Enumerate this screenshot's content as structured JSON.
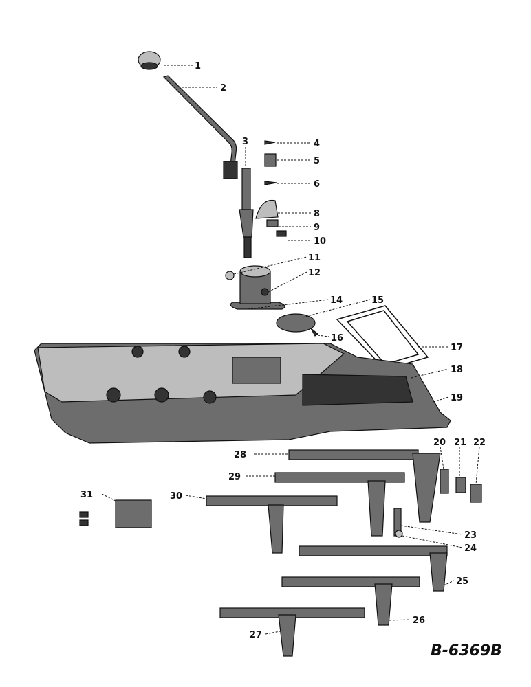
{
  "drawing_id": "B-6369B",
  "callouts": [
    "1",
    "2",
    "3",
    "4",
    "5",
    "6",
    "8",
    "9",
    "10",
    "11",
    "12",
    "14",
    "15",
    "16",
    "17",
    "18",
    "19",
    "20",
    "21",
    "22",
    "23",
    "24",
    "25",
    "26",
    "27",
    "28",
    "29",
    "30",
    "31"
  ]
}
